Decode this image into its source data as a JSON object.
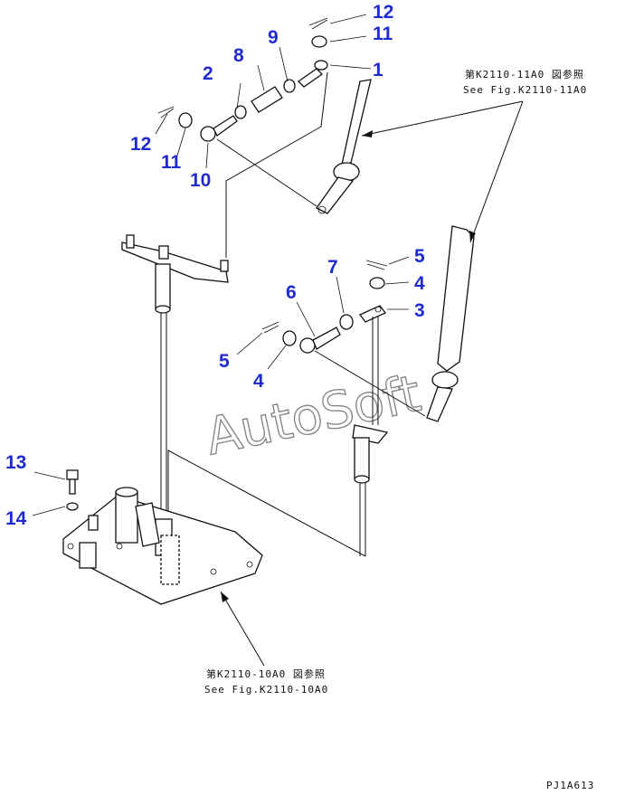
{
  "callouts": {
    "c1": "1",
    "c2": "2",
    "c8": "8",
    "c9": "9",
    "c11a": "11",
    "c12a": "12",
    "c12b": "12",
    "c11b": "11",
    "c10": "10",
    "c5a": "5",
    "c4a": "4",
    "c3": "3",
    "c7": "7",
    "c6": "6",
    "c5b": "5",
    "c4b": "4",
    "c13": "13",
    "c14": "14"
  },
  "references": {
    "upper_jp": "第K2110-11A0 図参照",
    "upper_en": "See Fig.K2110-11A0",
    "lower_jp": "第K2110-10A0 図参照",
    "lower_en": "See Fig.K2110-10A0"
  },
  "watermark": "AutoSoft",
  "drawing_code": "PJ1A613",
  "colors": {
    "callout": "#1f2bd0",
    "line": "#111111",
    "watermark": "#888888"
  }
}
